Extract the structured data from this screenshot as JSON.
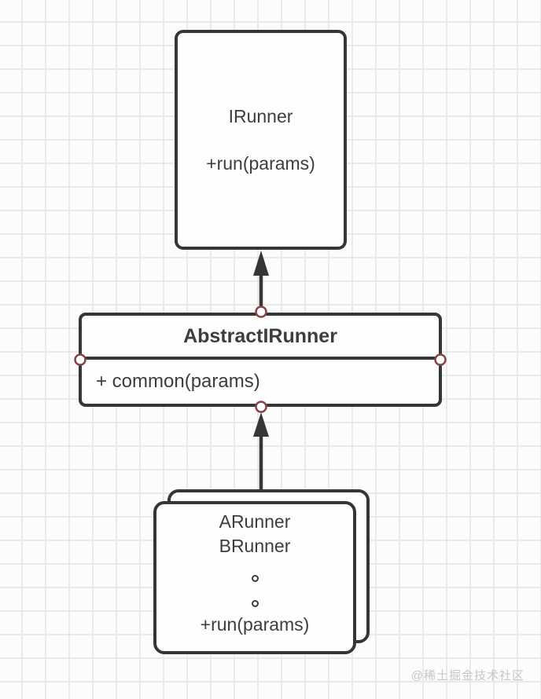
{
  "diagram": {
    "nodes": {
      "irunner": {
        "title": "IRunner",
        "method": "+run(params)"
      },
      "abstract": {
        "title": "AbstractIRunner",
        "method": "+ common(params)"
      },
      "runners": {
        "classes": [
          "ARunner",
          "BRunner"
        ],
        "ellipsis_dots": 2,
        "method": "+run(params)"
      }
    },
    "edges": [
      {
        "from": "AbstractIRunner",
        "to": "IRunner",
        "type": "inheritance-arrow"
      },
      {
        "from": "ARunner/BRunner",
        "to": "AbstractIRunner",
        "type": "inheritance-arrow"
      }
    ]
  },
  "colors": {
    "stroke": "#363636",
    "text": "#3d3d3d",
    "port": "#8a4345",
    "grid": "#e9e9e9",
    "paper": "#fcfcfc",
    "watermark": "#c6c6c6"
  },
  "watermark": {
    "text": "@稀土掘金技术社区"
  }
}
